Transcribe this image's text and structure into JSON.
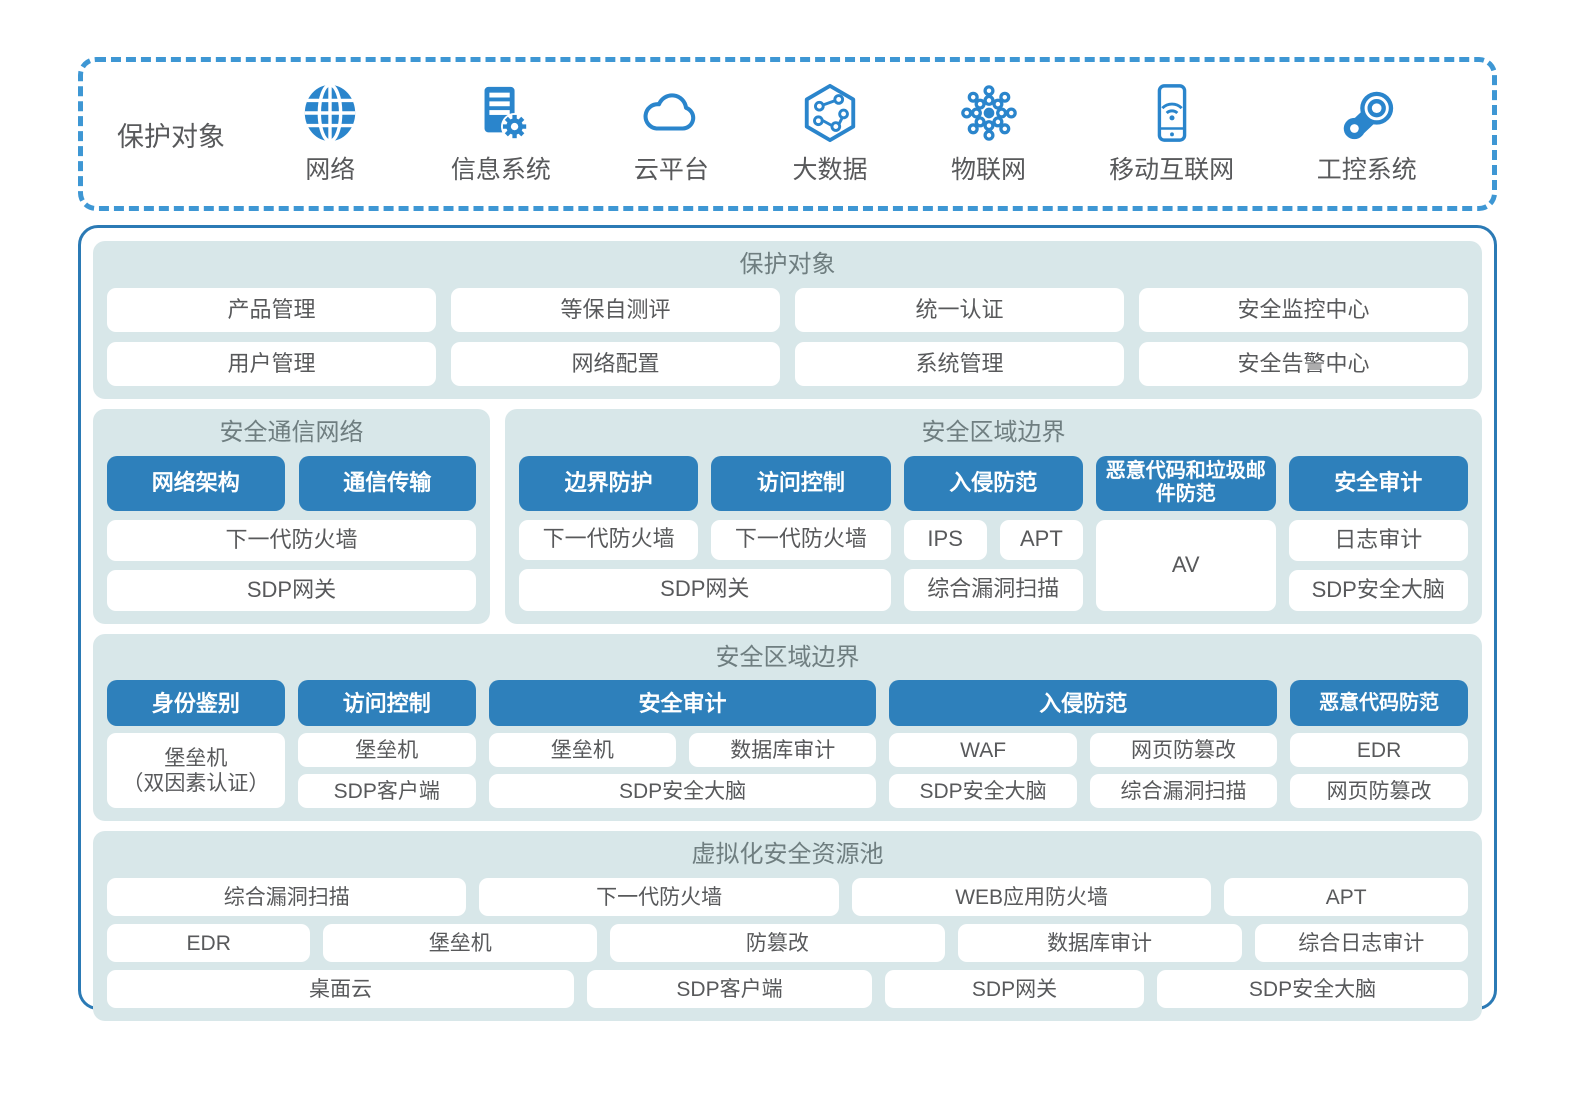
{
  "colors": {
    "accent_blue": "#2e80bb",
    "section_bg": "#d8e7e9",
    "container_border": "#2b7ab5",
    "dashed_border": "#3e97d4",
    "icon_blue": "#2a85cc",
    "item_text": "#58595b",
    "title_text": "#6f7e80"
  },
  "banner": {
    "label": "保护对象",
    "items": [
      {
        "icon": "globe-icon",
        "label": "网络"
      },
      {
        "icon": "server-gear-icon",
        "label": "信息系统"
      },
      {
        "icon": "cloud-icon",
        "label": "云平台"
      },
      {
        "icon": "bigdata-hexagon-icon",
        "label": "大数据"
      },
      {
        "icon": "iot-nodes-icon",
        "label": "物联网"
      },
      {
        "icon": "mobile-wifi-icon",
        "label": "移动互联网"
      },
      {
        "icon": "industrial-gears-icon",
        "label": "工控系统"
      }
    ]
  },
  "management": {
    "title": "保护对象",
    "rows": [
      [
        "产品管理",
        "等保自测评",
        "统一认证",
        "安全监控中心"
      ],
      [
        "用户管理",
        "网络配置",
        "系统管理",
        "安全告警中心"
      ]
    ]
  },
  "comm_network": {
    "title": "安全通信网络",
    "headers": [
      "网络架构",
      "通信传输"
    ],
    "items": [
      "下一代防火墙",
      "SDP网关"
    ]
  },
  "zone_boundary_1": {
    "title": "安全区域边界",
    "border_protection": {
      "header": "边界防护",
      "item": "下一代防火墙"
    },
    "access_control": {
      "header": "访问控制",
      "item": "下一代防火墙"
    },
    "shared_item": "SDP网关",
    "intrusion_prevention": {
      "header": "入侵防范",
      "row1": [
        "IPS",
        "APT"
      ],
      "row2": "综合漏洞扫描"
    },
    "malware_spam": {
      "header": "恶意代码和垃圾邮件防范",
      "item": "AV"
    },
    "security_audit": {
      "header": "安全审计",
      "items": [
        "日志审计",
        "SDP安全大脑"
      ]
    }
  },
  "zone_boundary_2": {
    "title": "安全区域边界",
    "identity": {
      "header": "身份鉴别",
      "item_line1": "堡垒机",
      "item_line2": "（双因素认证）"
    },
    "access_control": {
      "header": "访问控制",
      "items": [
        "堡垒机",
        "SDP客户端"
      ]
    },
    "security_audit": {
      "header": "安全审计",
      "row1": [
        "堡垒机",
        "数据库审计"
      ],
      "row2": "SDP安全大脑"
    },
    "intrusion_prevention": {
      "header": "入侵防范",
      "row1": [
        "WAF",
        "网页防篡改"
      ],
      "row2": [
        "SDP安全大脑",
        "综合漏洞扫描"
      ]
    },
    "malware": {
      "header": "恶意代码防范",
      "items": [
        "EDR",
        "网页防篡改"
      ]
    }
  },
  "virtual_pool": {
    "title": "虚拟化安全资源池",
    "row1": [
      "综合漏洞扫描",
      "下一代防火墙",
      "WEB应用防火墙",
      "APT"
    ],
    "row2": [
      "EDR",
      "堡垒机",
      "防篡改",
      "数据库审计",
      "综合日志审计"
    ],
    "row3": [
      "桌面云",
      "SDP客户端",
      "SDP网关",
      "SDP安全大脑"
    ]
  }
}
